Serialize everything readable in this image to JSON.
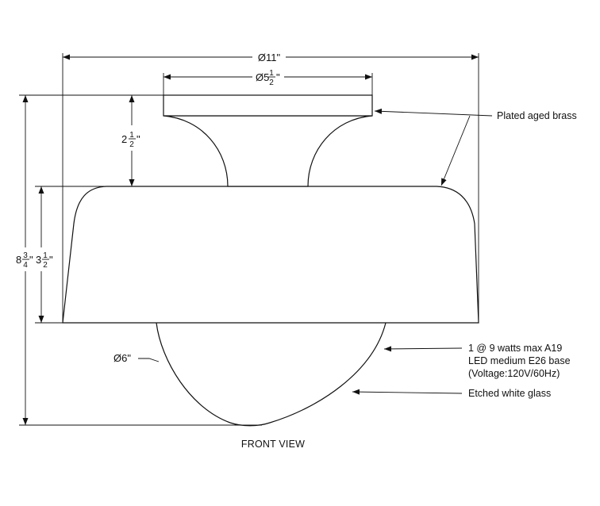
{
  "dimensions": {
    "overall_width": "Ø11\"",
    "canopy_diameter": {
      "prefix": "Ø5",
      "num": "1",
      "den": "2",
      "suffix": "\""
    },
    "canopy_height": {
      "prefix": "2",
      "num": "1",
      "den": "2",
      "suffix": "\""
    },
    "overall_height": {
      "prefix": "8",
      "num": "3",
      "den": "4",
      "suffix": "\""
    },
    "shade_height": {
      "prefix": "3",
      "num": "1",
      "den": "2",
      "suffix": "\""
    },
    "globe_diameter": "Ø6\""
  },
  "callouts": {
    "finish": "Plated aged brass",
    "lamp_line1": "1 @ 9 watts max A19",
    "lamp_line2": "LED medium E26 base",
    "lamp_line3": "(Voltage:120V/60Hz)",
    "glass": "Etched white glass"
  },
  "caption": "FRONT VIEW"
}
